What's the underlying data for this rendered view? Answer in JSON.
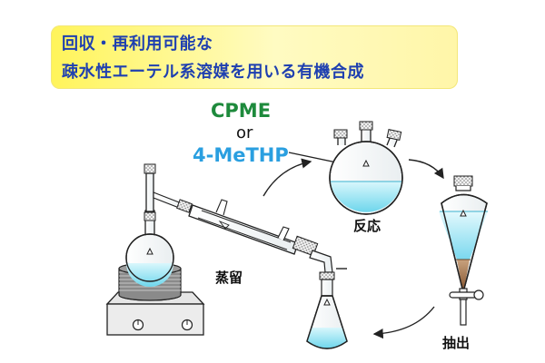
{
  "banner": {
    "line1": "回収・再利用可能な",
    "line2": "疎水性エーテル系溶媒を用いる有機合成"
  },
  "solvents": {
    "first": "CPME",
    "connector": "or",
    "second": "4-MeTHP",
    "first_color": "#1e8a3c",
    "second_color": "#2a9fe0"
  },
  "steps": {
    "reaction": "反応",
    "distillation": "蒸留",
    "extraction": "抽出"
  },
  "colors": {
    "solvent_liquid": "#8fe0f0",
    "aqueous_layer": "#a67550",
    "banner_text": "#1f40b0"
  }
}
